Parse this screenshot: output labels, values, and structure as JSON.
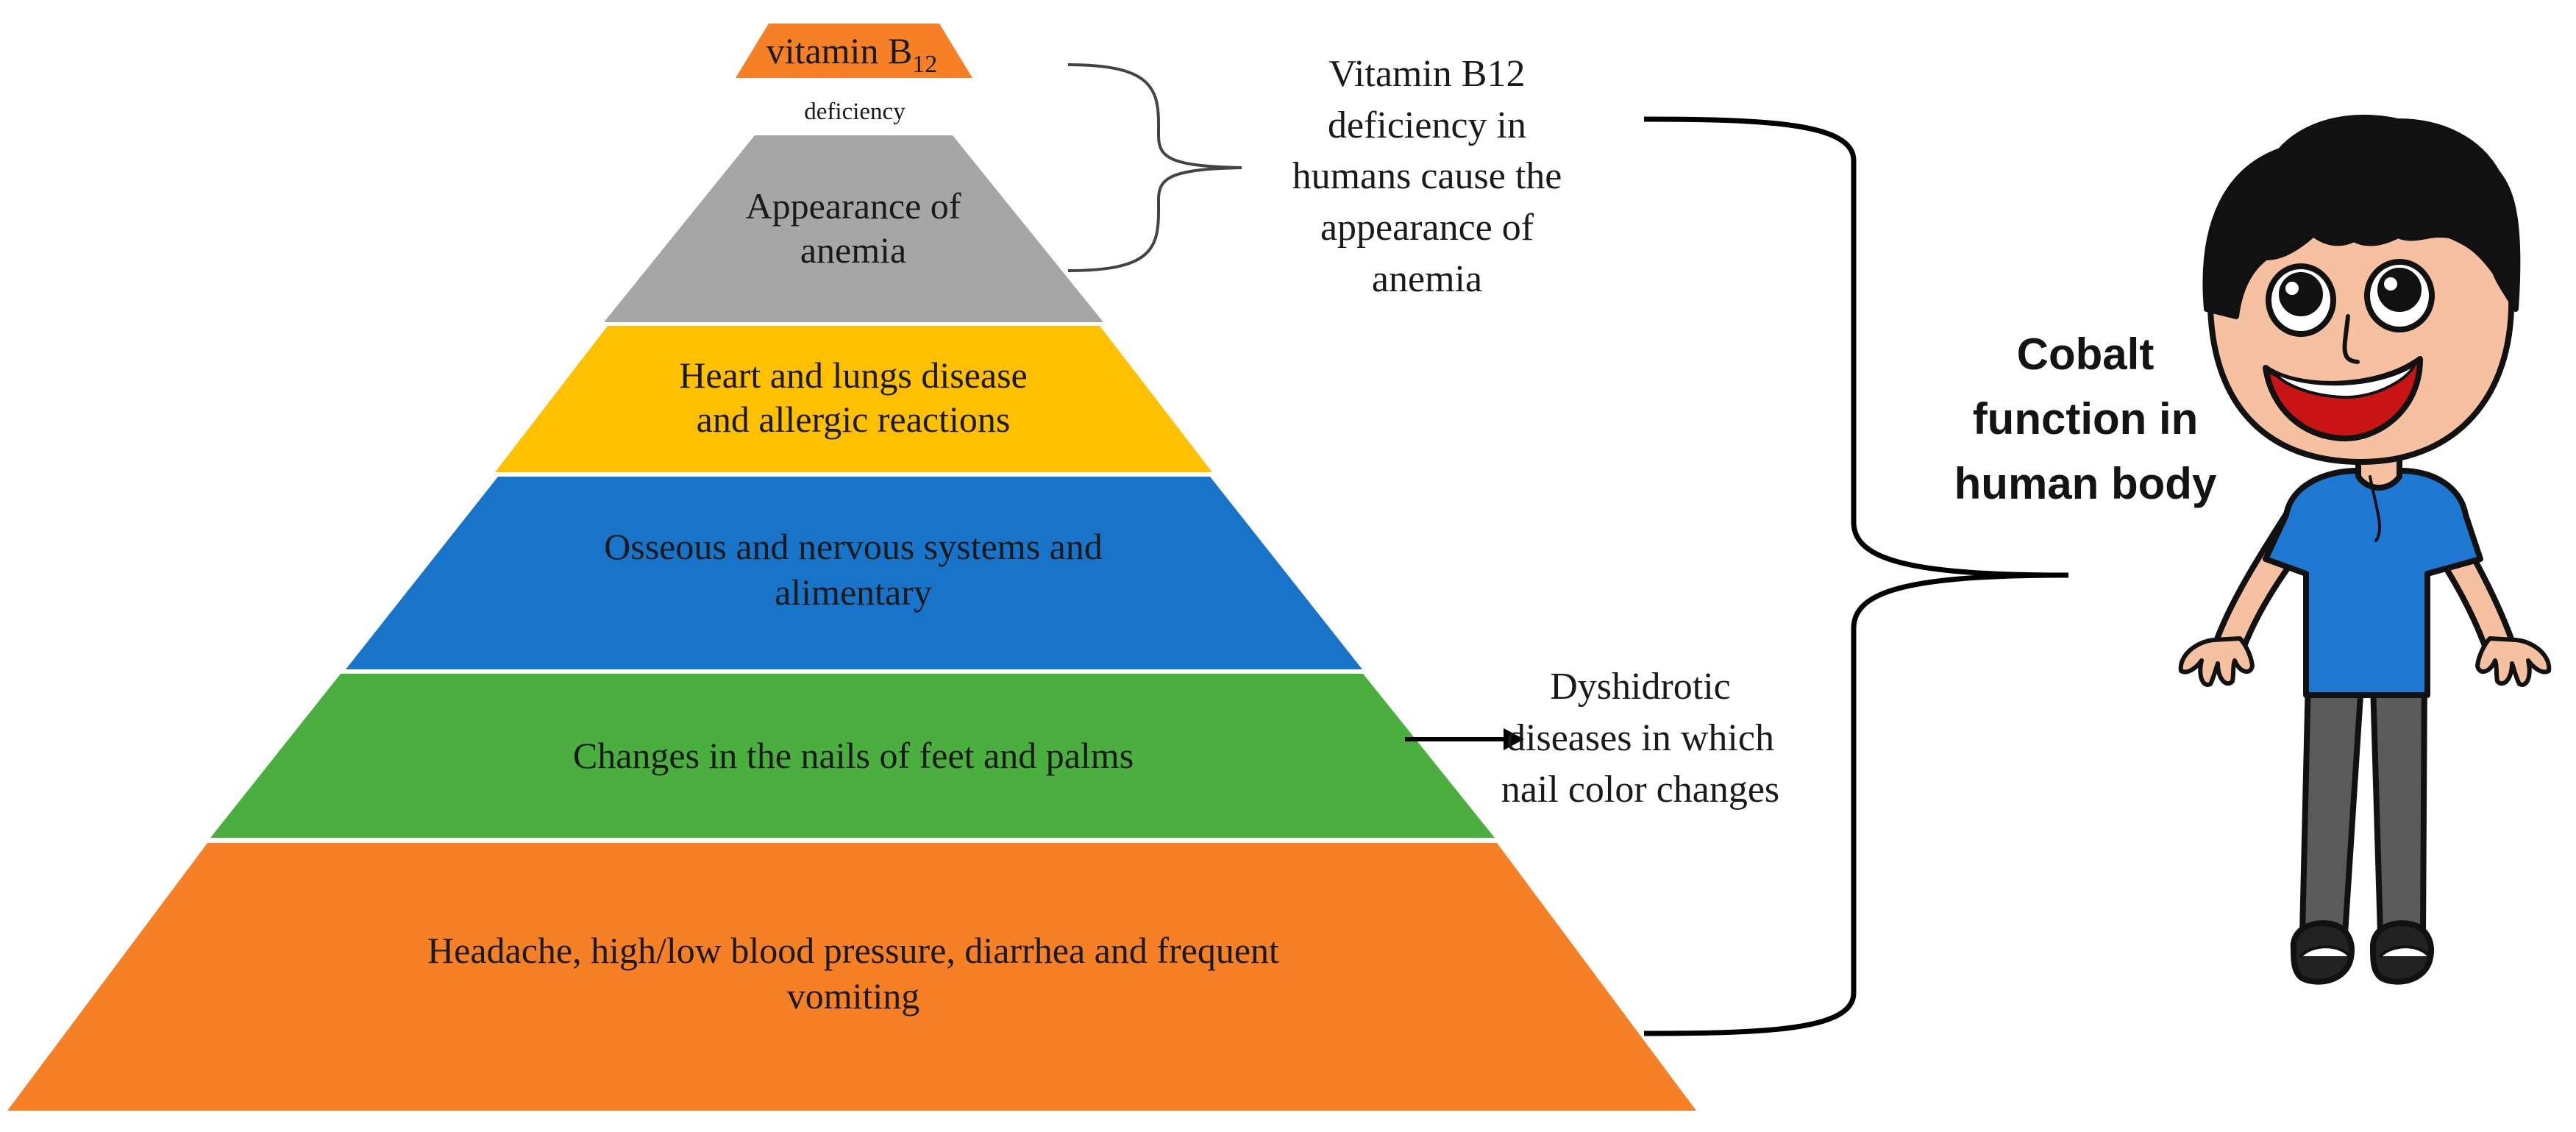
{
  "pyramid": {
    "layers": [
      {
        "label_line1": "vitamin B",
        "label_subscript": "12",
        "label_line2": "deficiency",
        "color": "#F58025"
      },
      {
        "label_line1": "Appearance of",
        "label_line2": "anemia",
        "color": "#A6A6A6"
      },
      {
        "label_line1": "Heart and lungs disease",
        "label_line2": "and allergic reactions",
        "color": "#FFC000"
      },
      {
        "label_line1": "Osseous and nervous systems and",
        "label_line2": "alimentary",
        "color": "#1874C9"
      },
      {
        "label_line1": "Changes in the nails of feet and palms",
        "color": "#4BAF3F"
      },
      {
        "label_line1": "Headache, high/low blood pressure, diarrhea and frequent",
        "label_line2": "vomiting",
        "color": "#F58025"
      }
    ]
  },
  "notes": {
    "b12": {
      "lines": [
        "Vitamin B12",
        "deficiency in",
        "humans cause the",
        "appearance of",
        "anemia"
      ]
    },
    "dyshidrotic": {
      "lines": [
        "Dyshidrotic",
        "diseases in which",
        "nail color changes"
      ]
    }
  },
  "title": {
    "lines": [
      "Cobalt",
      "function in",
      "human body"
    ]
  },
  "character": {
    "icon": "cartoon-boy-icon",
    "shirt_color": "#1E78D2",
    "skin_color": "#F6C1A0",
    "hair_color": "#111111",
    "pants_color": "#5A5A5A"
  }
}
